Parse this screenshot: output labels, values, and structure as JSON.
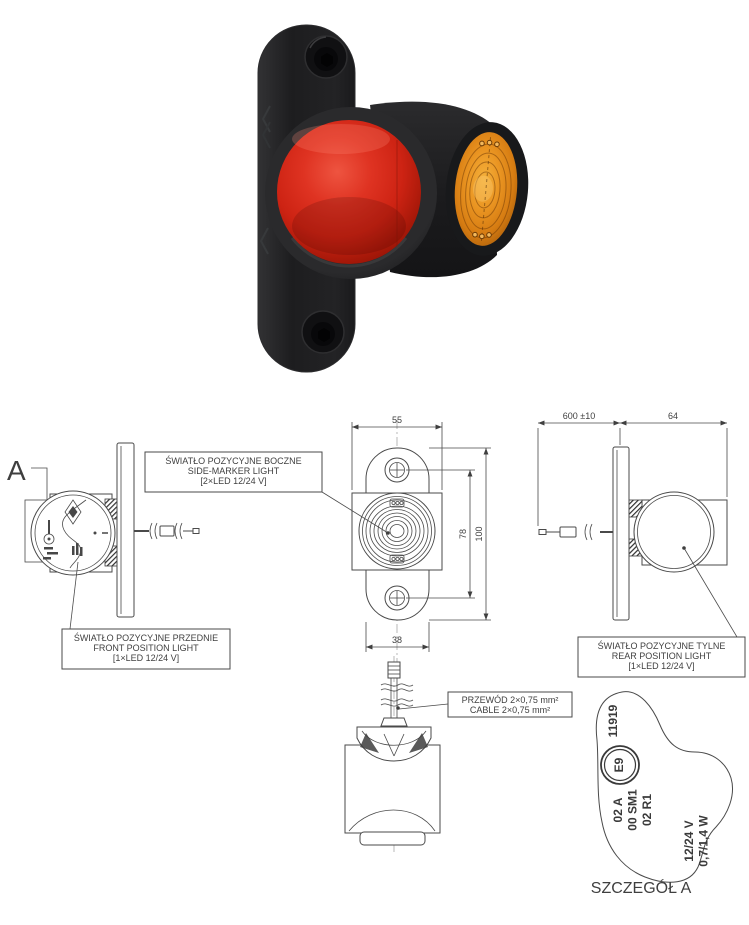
{
  "page": {
    "background": "#ffffff"
  },
  "product_photo": {
    "description": "LED front-rear-side marker lamp, black rubber housing with red round lens and amber side lens",
    "colors": {
      "housing": "#1d1d1f",
      "red_lens": "#cf2415",
      "amber_lens": "#d77d12"
    }
  },
  "drawing": {
    "detail_marker": "A",
    "detail_caption": "SZCZEGÓŁ A",
    "callouts": {
      "side_marker": {
        "line1": "ŚWIATŁO POZYCYJNE BOCZNE",
        "line2": "SIDE-MARKER LIGHT",
        "line3": "[2×LED 12/24 V]"
      },
      "front_position": {
        "line1": "ŚWIATŁO POZYCYJNE PRZEDNIE",
        "line2": "FRONT POSITION LIGHT",
        "line3": "[1×LED 12/24 V]"
      },
      "rear_position": {
        "line1": "ŚWIATŁO POZYCYJNE TYLNE",
        "line2": "REAR POSITION LIGHT",
        "line3": "[1×LED 12/24 V]"
      },
      "cable": {
        "line1": "PRZEWÓD 2×0,75 mm²",
        "line2": "CABLE 2×0,75 mm²"
      }
    },
    "dimensions": {
      "body_width_mm": "55",
      "hole_spacing_mm": "78",
      "overall_height_mm": "100",
      "plate_width_mm": "38",
      "cable_length_mm": "600 ±10",
      "depth_mm": "64"
    },
    "approval": {
      "number": "11919",
      "e_mark": "E9",
      "code1": "02 A",
      "code2": "00 SM1",
      "code3": "02 R1",
      "voltage": "12/24 V",
      "power": "0,7/1,4 W"
    }
  }
}
